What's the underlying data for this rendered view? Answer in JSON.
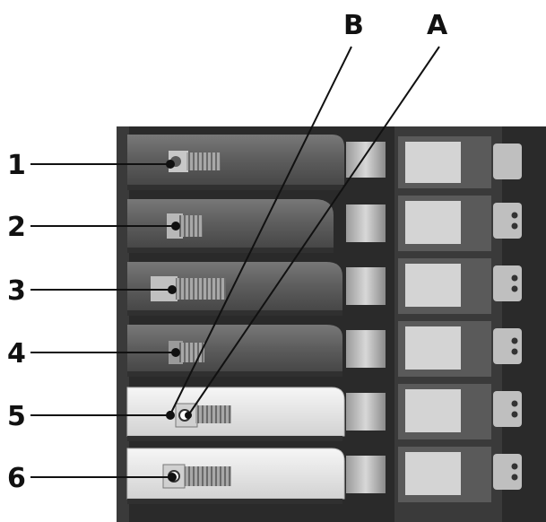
{
  "diagram": {
    "callouts": {
      "A": "A",
      "B": "B"
    },
    "positions": [
      "1",
      "2",
      "3",
      "4",
      "5",
      "6"
    ]
  },
  "colors": {
    "housing_dark": "#2b2b2b",
    "cam_gray": "#5e5e5e",
    "cam_white": "#ececec",
    "label_light": "#d4d4d4"
  }
}
